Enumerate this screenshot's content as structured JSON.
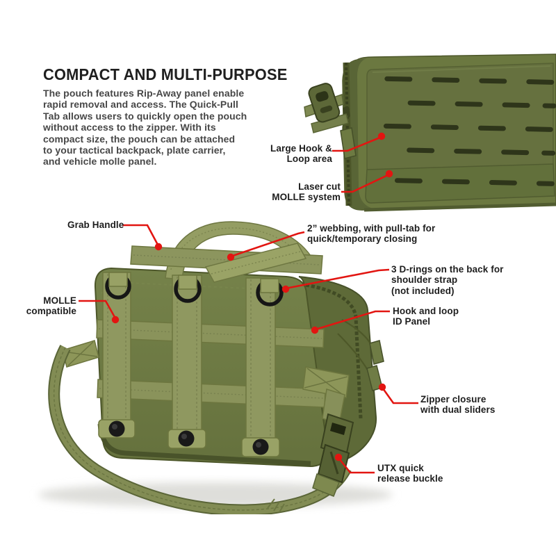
{
  "header": {
    "title": "COMPACT AND MULTI-PURPOSE",
    "description": "The pouch features Rip-Away panel enable\nrapid removal and access. The Quick-Pull\nTab allows users to quickly open the pouch\nwithout access to the zipper. With its\ncompact size, the pouch can be attached\nto your tactical backpack, plate carrier,\nand vehicle molle panel."
  },
  "callouts": {
    "large_hook_loop": "Large Hook &\nLoop area",
    "laser_cut_molle": "Laser cut\nMOLLE system",
    "grab_handle": "Grab Handle",
    "webbing": "2” webbing, with pull-tab for\nquick/temporary closing",
    "d_rings": "3 D-rings on the back for\nshoulder strap\n(not included)",
    "molle_compatible": "MOLLE\ncompatible",
    "id_panel": "Hook and loop\nID Panel",
    "zipper_closure": "Zipper closure\nwith dual sliders",
    "utx_buckle": "UTX quick\nrelease buckle"
  },
  "colors": {
    "background": "#ffffff",
    "accent_red": "#e21511",
    "title_text": "#1f1f1f",
    "body_text": "#474747",
    "label_text": "#1d1d1d",
    "bag_olive": "#6f7c44",
    "bag_olive_dark": "#59643a",
    "webbing_olive": "#8f9860",
    "laser_slot": "#2e351a",
    "hardware_black": "#161616"
  }
}
